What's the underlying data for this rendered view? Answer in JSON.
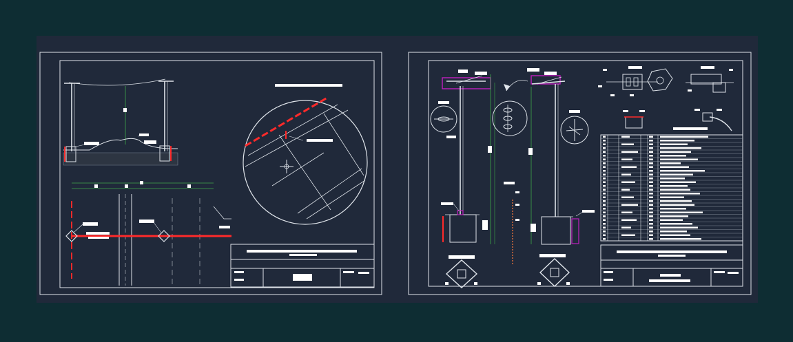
{
  "colors": {
    "background": "#0e2d33",
    "canvas": "#20293a",
    "line": "#dfe4ea",
    "highlight": "#ff2a2a",
    "dimension": "#3fa84a",
    "accent": "#c020c0",
    "label_block": "#ffffff"
  },
  "sheets": [
    {
      "name": "sheet-1-profile-plan",
      "views": [
        "span-profile",
        "plan-view",
        "detail-circle",
        "title-block"
      ]
    },
    {
      "name": "sheet-2-pole-details",
      "views": [
        "pole-elevation-a",
        "pole-elevation-b",
        "hardware-details",
        "schedule-table",
        "title-block"
      ]
    }
  ],
  "icons": [
    "crosshair-icon",
    "arrow-icon",
    "insulator-icon"
  ]
}
